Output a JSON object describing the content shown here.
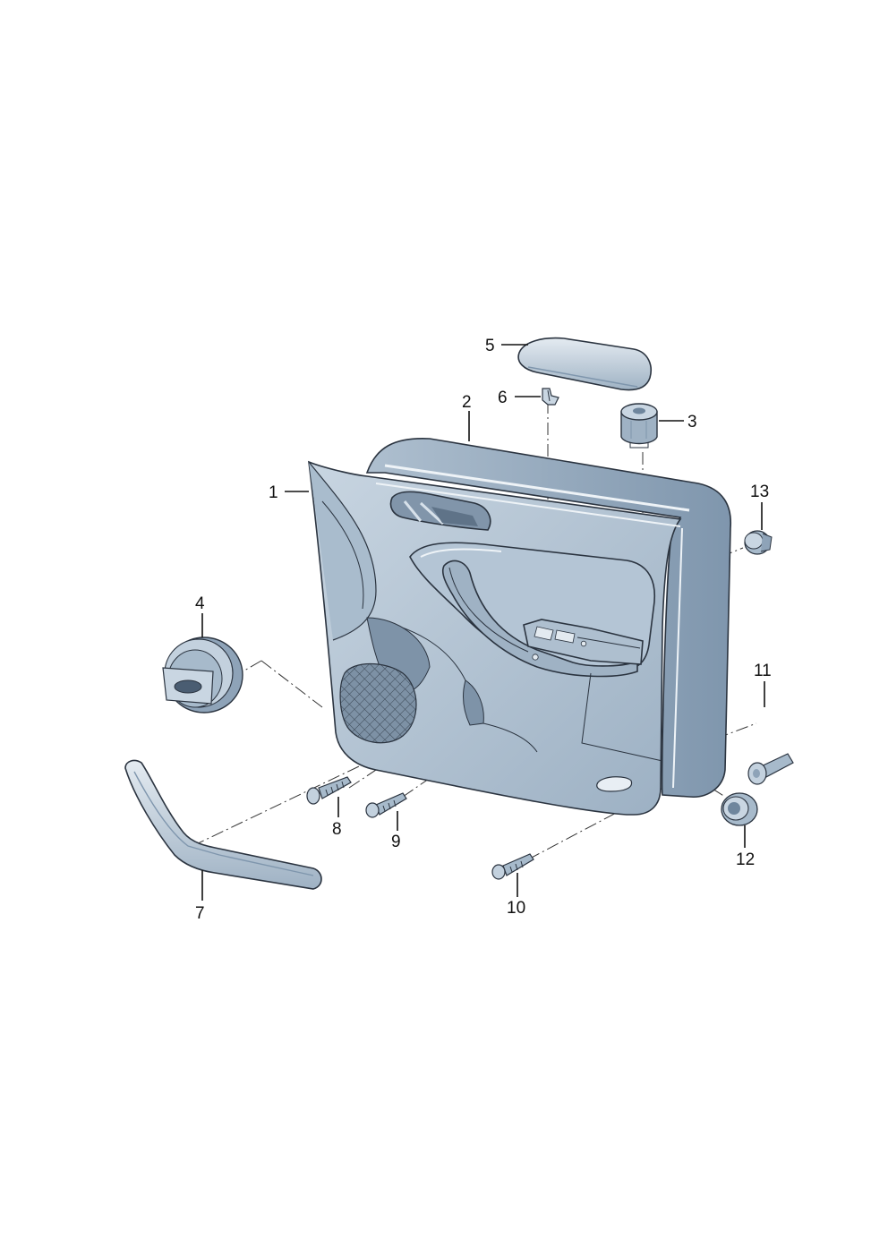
{
  "callouts": {
    "c1": "1",
    "c2": "2",
    "c3": "3",
    "c4": "4",
    "c5": "5",
    "c6": "6",
    "c7": "7",
    "c8": "8",
    "c9": "9",
    "c10": "10",
    "c11": "11",
    "c12": "12",
    "c13": "13"
  },
  "colors": {
    "part_fill": "#b9c9d8",
    "part_shade": "#8ea3b8",
    "part_dark": "#6f869d",
    "highlight": "#dde6ee",
    "line": "#2b3440"
  }
}
